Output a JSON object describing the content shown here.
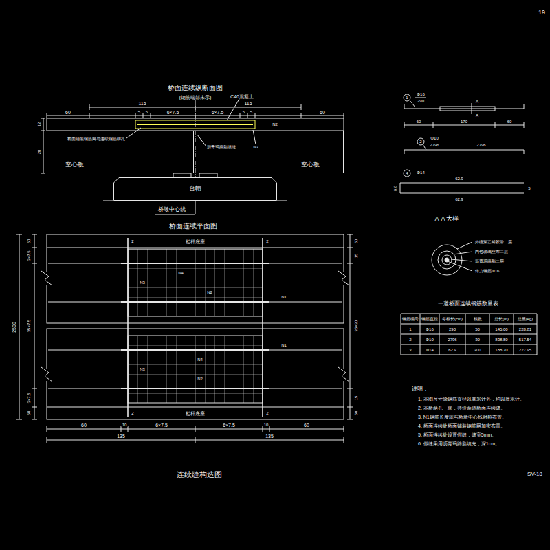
{
  "diagram": {
    "caption": "连续缝构造图",
    "nodes": [
      {
        "text": [
          "空心板"
        ]
      },
      {
        "text": [
          "空心板"
        ]
      },
      {
        "text": [
          "台帽"
        ]
      }
    ],
    "labels": [
      "19",
      "桥面连续纵断面图",
      "(钢筋端部未示)",
      "C40混凝土",
      "115",
      "115",
      "60",
      "5",
      "5",
      "6×7.5",
      "6×7.5",
      "5",
      "5",
      "60",
      "12",
      "20",
      "桥面铺装钢筋网与连续钢筋绑扎",
      "N2",
      "沥青玛蹄脂填缝",
      "N3",
      "桥墩中心线",
      "桥面连续平面图",
      "栏杆底座",
      "2",
      "2",
      "栏杆底座",
      "2",
      "2",
      "50",
      "3×7.5",
      "35×7.5",
      "3×7.5",
      "50",
      "2500",
      "50",
      "15",
      "35×30",
      "15",
      "50",
      "N3",
      "N4",
      "N2",
      "N3",
      "N4",
      "N2",
      "N1",
      "N1",
      "60",
      "10",
      "6×7.5",
      "6×7.5",
      "10",
      "60",
      "135",
      "135",
      "SV-18",
      "1",
      "Φ16",
      "290",
      "A",
      "A",
      "60",
      "170",
      "60",
      "2",
      "Φ10",
      "2796",
      "2796",
      "4",
      "Φ14",
      "62.9",
      "62.9",
      "9.6",
      "5",
      "A-A 大样",
      "外缠聚乙烯胶带二层",
      "内包玻璃丝布二层",
      "沥青玛蹄脂二层",
      "传力钢筋Φ16",
      "一道桥面连续钢筋数量表",
      "钢筋编号",
      "钢筋直径",
      "每根长(cm)",
      "根数",
      "总长(m)",
      "总重(kg)",
      "1",
      "Φ16",
      "290",
      "50",
      "145.00",
      "228.81",
      "2",
      "Φ10",
      "2796",
      "30",
      "838.80",
      "517.54",
      "3",
      "Φ14",
      "62.9",
      "300",
      "188.70",
      "227.95",
      "说明：",
      "1. 本图尺寸除钢筋直径以毫米计外，均以厘米计。",
      "2. 本桥两孔一联，共设两道桥面连续缝。",
      "3. N1钢筋长度应与桥墩中心线对称布置。",
      "4. 桥面连续处桥面铺装钢筋网加密布置。",
      "5. 桥面连续处设置假缝，缝宽5mm。",
      "6. 假缝采用沥青玛蹄脂填充，深1cm。"
    ]
  }
}
